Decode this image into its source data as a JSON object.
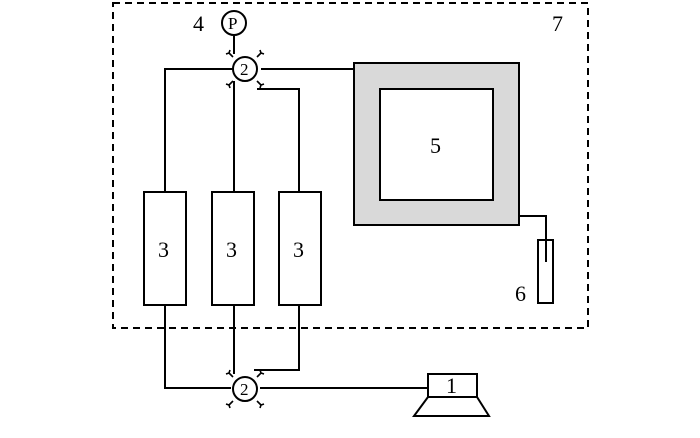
{
  "labels": {
    "pump": "1",
    "valve": "2",
    "column": "3",
    "pressure_gauge": "4",
    "pressure_symbol": "P",
    "chamber": "5",
    "collector": "6",
    "enclosure": "7"
  },
  "colors": {
    "line": "#000000",
    "chamber_wall": "#d9d9d9",
    "background": "#ffffff"
  }
}
